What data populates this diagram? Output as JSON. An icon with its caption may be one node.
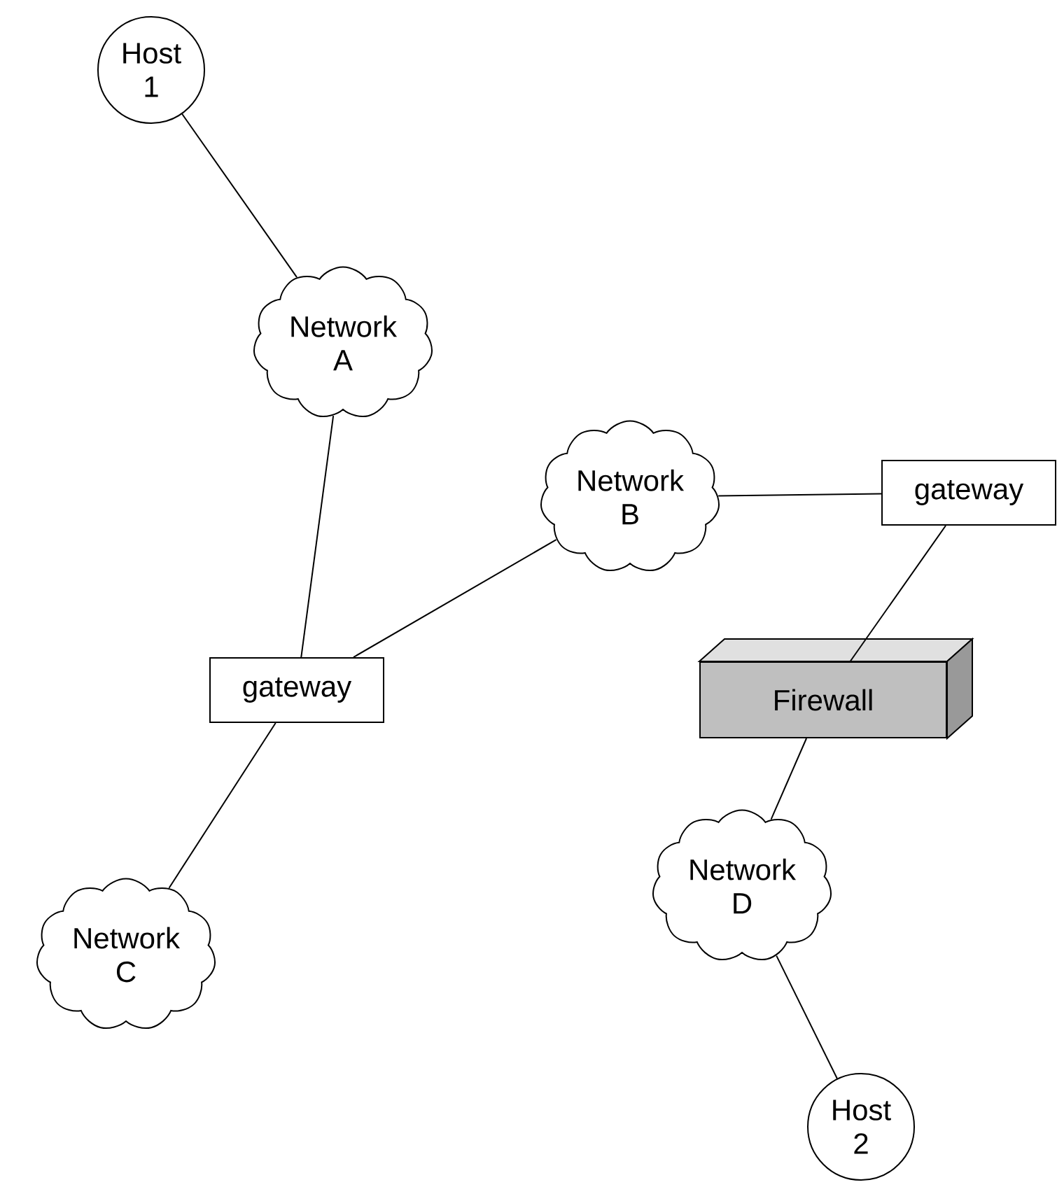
{
  "diagram": {
    "nodes": [
      {
        "text": [
          "Host 1"
        ]
      },
      {
        "text": [
          "Network A"
        ]
      },
      {
        "text": [
          "gateway"
        ]
      },
      {
        "text": [
          "Network B"
        ]
      },
      {
        "text": [
          "gateway"
        ]
      },
      {
        "text": [
          "Firewall"
        ]
      },
      {
        "text": [
          "Network C"
        ]
      },
      {
        "text": [
          "Network D"
        ]
      },
      {
        "text": [
          "Host 2"
        ]
      }
    ],
    "edges": [
      {
        "from": 0,
        "to": 1,
        "arrow": "none"
      },
      {
        "from": 1,
        "to": 2,
        "arrow": "none"
      },
      {
        "from": 2,
        "to": 3,
        "arrow": "none"
      },
      {
        "from": 3,
        "to": 4,
        "arrow": "none"
      },
      {
        "from": 4,
        "to": 5,
        "arrow": "none"
      },
      {
        "from": 2,
        "to": 6,
        "arrow": "none"
      },
      {
        "from": 5,
        "to": 7,
        "arrow": "none"
      },
      {
        "from": 7,
        "to": 8,
        "arrow": "none"
      }
    ]
  }
}
